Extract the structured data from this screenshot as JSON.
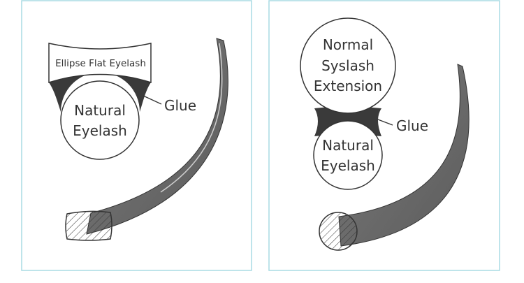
{
  "panel_left": {
    "top_label": "Ellipse  Flat Eyelash",
    "circle_label_line1": "Natural",
    "circle_label_line2": "Eyelash",
    "glue_label": "Glue"
  },
  "panel_right": {
    "top_circle_line1": "Normal",
    "top_circle_line2": "Syslash",
    "top_circle_line3": "Extension",
    "bottom_circle_line1": "Natural",
    "bottom_circle_line2": "Eyelash",
    "glue_label": "Glue"
  },
  "colors": {
    "panel_border": "#a9dbe4",
    "lash_fill": "#6e6e6e",
    "glue_fill": "#3a3a3a",
    "outline": "#333333"
  }
}
